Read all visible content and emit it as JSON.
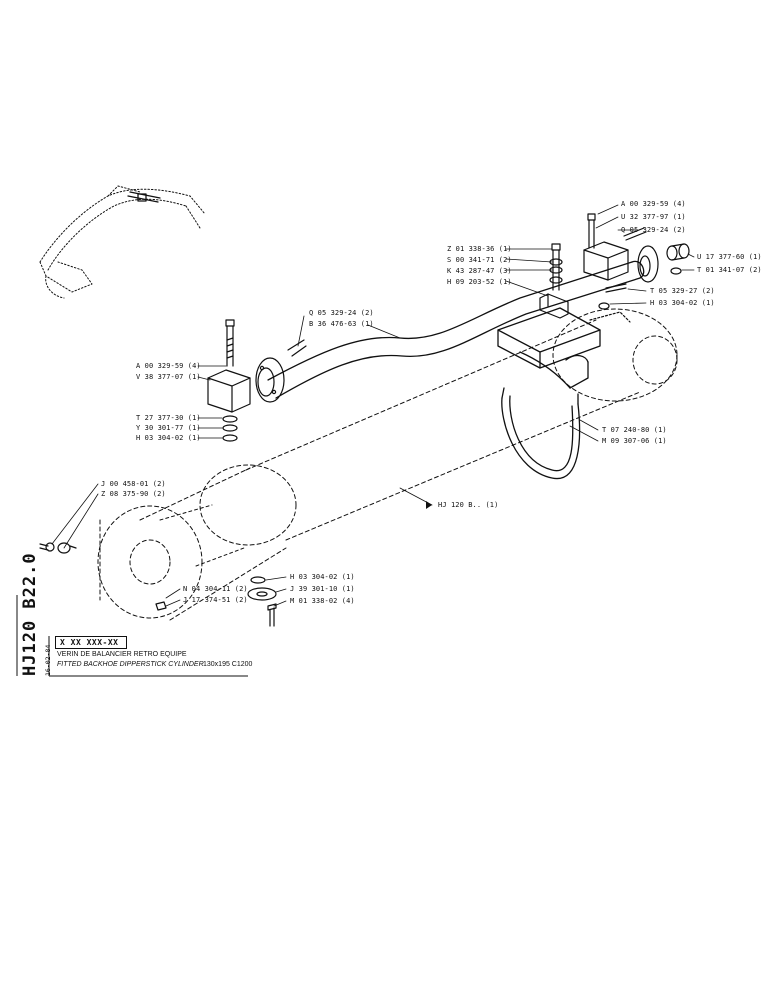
{
  "callouts": {
    "a_00_329_59_top": "A 00 329-59 (4)",
    "u_32_377_97": "U 32 377-97 (1)",
    "q_05_329_24_top": "Q 05 329-24 (2)",
    "z_01_338_36": "Z 01 338-36 (1)",
    "s_00_341_71": "S 00 341-71 (2)",
    "k_43_287_47": "K 43 287-47 (3)",
    "h_09_203_52": "H 09 203-52 (1)",
    "u_17_377_60": "U 17 377-60 (1)",
    "t_01_341_07": "T 01 341-07 (2)",
    "t_05_329_27": "T 05 329-27 (2)",
    "h_03_304_02_upper_right": "H 03 304-02 (1)",
    "q_05_329_24_left": "Q 05 329-24 (2)",
    "b_36_476_63": "B 36 476-63 (1)",
    "a_00_329_59_left": "A 00 329-59 (4)",
    "v_38_377_07": "V 38 377-07 (1)",
    "t_27_377_30": "T 27 377-30 (1)",
    "y_30_301_77": "Y 30 301-77 (1)",
    "h_03_304_02_left": "H 03 304-02 (1)",
    "t_07_240_80": "T 07 240-80 (1)",
    "m_09_307_06": "M 09 307-06 (1)",
    "hj_120_b": "HJ 120 B.. (1)",
    "j_00_458_01": "J 00 458-01 (2)",
    "z_08_375_90": "Z 08 375-90 (2)",
    "h_03_304_02_bottom": "H 03 304-02 (1)",
    "j_39_301_10": "J 39 301-10 (1)",
    "n_04_304_11": "N 04 304-11 (2)",
    "j_17_374_51": "J 17 374-51 (2)",
    "m_01_338_02": "M 01 338-02 (4)"
  },
  "title_block": {
    "sheet_code": "HJ120 B22.0",
    "date": "16-02-84",
    "part_number": "X XX XXX-XX",
    "title_fr": "VERIN DE BALANCIER RETRO EQUIPE",
    "title_en": "FITTED BACKHOE DIPPERSTICK CYLINDER",
    "spec": "130x195   C1200"
  }
}
